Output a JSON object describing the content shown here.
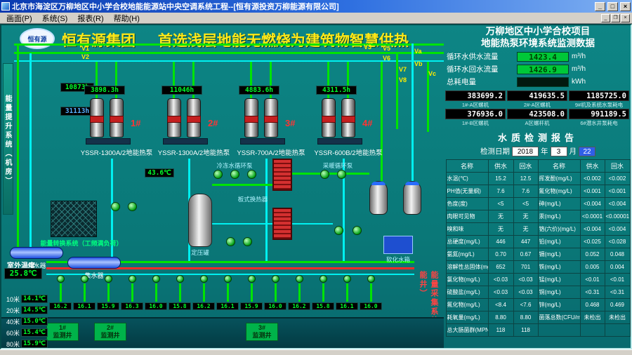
{
  "window": {
    "title": "北京市海淀区万柳地区中小学合校地能能源站中央空调系统工程--[恒有源投资万柳能源有限公司]",
    "menu": [
      "画面(P)",
      "系统(S)",
      "报表(R)",
      "帮助(H)"
    ],
    "buttons": {
      "minimize": "_",
      "maximize": "□",
      "close": "×"
    },
    "mdi_buttons": {
      "minimize": "_",
      "restore": "❐",
      "close": "×"
    }
  },
  "header": {
    "logo": "恒有源",
    "title_left": "恒有源集团",
    "title_right": "首选浅层地能无燃烧为建筑物智慧供热"
  },
  "strips": {
    "left": "能量提升系统（机房）",
    "right": "能量采集系统（地能井）"
  },
  "valves": [
    "V1",
    "V2",
    "V3",
    "V5",
    "V6",
    "V7",
    "V8",
    "Va",
    "Vb",
    "Vc"
  ],
  "units": [
    {
      "hours": "3898.3h",
      "num": "1#",
      "model": "YSSR-1300A/2地能热泵"
    },
    {
      "hours": "11046h",
      "num": "2#",
      "model": "YSSR-1300A/2地能热泵"
    },
    {
      "hours": "4883.6h",
      "num": "3#",
      "model": "YSSR-700A/2地能热泵"
    },
    {
      "hours": "4311.5h",
      "num": "4#",
      "model": "YSSR-600B/2地能热泵"
    }
  ],
  "meters": {
    "left1": "10873h",
    "left2": "31113h",
    "mid_temp": "43.6℃"
  },
  "equipment": {
    "tower_label": "能量转换系统（工频满负荷）",
    "separator": "分水器",
    "collector": "集水器",
    "pressure_tank": "定压罐",
    "soft_tank": "软化水箱",
    "hx_label": "板式换热器",
    "pump_label1": "冷冻水循环泵",
    "pump_label2": "采暖循环泵"
  },
  "bottom": {
    "outdoor_label": "室外温度",
    "outdoor_value": "25.8℃",
    "depth": [
      {
        "depth": "10米",
        "t": "14.1℃"
      },
      {
        "depth": "20米",
        "t": "14.5℃"
      },
      {
        "depth": "40米",
        "t": "15.0℃"
      },
      {
        "depth": "60米",
        "t": "15.4℃"
      },
      {
        "depth": "80米",
        "t": "15.9℃"
      }
    ],
    "wells": [
      {
        "num": "1#",
        "label": "监测井"
      },
      {
        "num": "2#",
        "label": "监测井"
      },
      {
        "num": "3#",
        "label": "监测井"
      }
    ],
    "well_values": [
      "16.2",
      "16.1",
      "15.9",
      "16.3",
      "16.0",
      "15.8",
      "16.2",
      "16.1",
      "15.9",
      "16.0",
      "16.2",
      "15.8",
      "16.1",
      "16.0"
    ]
  },
  "panel": {
    "title1": "万柳地区中小学合校项目",
    "title2": "地能热泵环境系统监测数据",
    "flows": [
      {
        "label": "循环水供水流量",
        "value": "1423.4",
        "unit": "m³/h"
      },
      {
        "label": "循环水回水流量",
        "value": "1426.9",
        "unit": "m³/h"
      },
      {
        "label": "总耗电量",
        "value": "",
        "unit": "kWh"
      }
    ],
    "counters": [
      {
        "value": "383699.2",
        "label": "1#-A区螺机"
      },
      {
        "value": "419635.5",
        "label": "2#-A区螺机"
      },
      {
        "value": "1185725.0",
        "label": "9#机及系统水泵耗电"
      },
      {
        "value": "376936.0",
        "label": "1#-B区螺机"
      },
      {
        "value": "423508.0",
        "label": "A区螺杆机"
      },
      {
        "value": "991189.5",
        "label": "6#潜水井泵耗电"
      }
    ],
    "report": {
      "title": "水质检测报告",
      "date_label": "检测日期",
      "year": "2018",
      "year_unit": "年",
      "month": "3",
      "month_unit": "月",
      "day": "22",
      "columns": [
        "名称",
        "供水",
        "回水",
        "名称",
        "供水",
        "回水"
      ],
      "rows": [
        [
          "水温(℃)",
          "15.2",
          "12.5",
          "挥发酚(mg/L)",
          "<0.002",
          "<0.002"
        ],
        [
          "PH值(无量纲)",
          "7.6",
          "7.6",
          "氰化物(mg/L)",
          "<0.001",
          "<0.001"
        ],
        [
          "色度(度)",
          "<5",
          "<5",
          "砷(mg/L)",
          "<0.004",
          "<0.004"
        ],
        [
          "肉眼可见物",
          "无",
          "无",
          "汞(mg/L)",
          "<0.0001",
          "<0.00001"
        ],
        [
          "嗅和味",
          "无",
          "无",
          "铬(六价)(mg/L)",
          "<0.004",
          "<0.004"
        ],
        [
          "总硬度(mg/L)",
          "446",
          "447",
          "铅(mg/L)",
          "<0.025",
          "<0.028"
        ],
        [
          "氨氮(mg/L)",
          "0.70",
          "0.67",
          "镉(mg/L)",
          "0.052",
          "0.048"
        ],
        [
          "溶解性总固体(mg/L)",
          "652",
          "701",
          "铁(mg/L)",
          "0.005",
          "0.004"
        ],
        [
          "氯化物(mg/L)",
          "<0.03",
          "<0.03",
          "锰(mg/L)",
          "<0.01",
          "<0.01"
        ],
        [
          "硫酸盐(mg/L)",
          "<0.03",
          "<0.03",
          "铜(mg/L)",
          "<0.31",
          "<0.31"
        ],
        [
          "氟化物(mg/L)",
          "<8.4",
          "<7.6",
          "锌(mg/L)",
          "0.468",
          "0.469"
        ],
        [
          "耗氧量(mg/L)",
          "8.80",
          "8.80",
          "菌落总数(CFU/mL)",
          "未检出",
          "未检出"
        ],
        [
          "总大肠菌群(MPN/100mL)",
          "118",
          "118",
          "",
          "",
          ""
        ]
      ]
    }
  }
}
